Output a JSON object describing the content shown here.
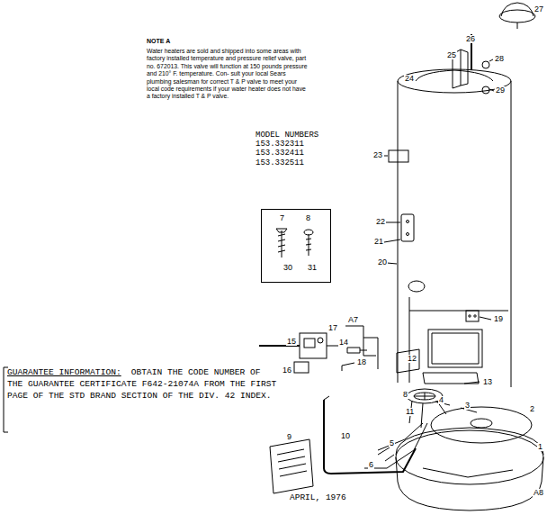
{
  "diagram": {
    "nodes": [
      {
        "text": [
          "7",
          "8",
          "30",
          "31"
        ]
      }
    ],
    "labels": [
      "NOTE A",
      "Water heaters are sold and shipped into some areas with factory installed temperature and pressure relief valve, part no. 672013. This valve will function at 150 pounds pressure and 210° F. temperature. Con- sult your local Sears plumbing salesman for correct T & P valve to meet your local code requirements if your water heater does not have a factory installed T & P valve.",
      "MODEL NUMBERS",
      "153.332311",
      "153.332411",
      "153.332511",
      "GUARANTEE INFORMATION:",
      "OBTAIN THE CODE NUMBER OF THE GUARANTEE CERTIFICATE F642-21074A FROM THE FIRST PAGE OF THE STD BRAND SECTION OF THE DIV. 42 INDEX.",
      "APRIL, 1976",
      "27",
      "26",
      "25",
      "28",
      "24",
      "29",
      "23",
      "22",
      "21",
      "20",
      "19",
      "A7",
      "15",
      "17",
      "14",
      "16",
      "18",
      "12",
      "13",
      "8",
      "11",
      "4",
      "3",
      "5",
      "6",
      "10",
      "2",
      "9",
      "1",
      "A8"
    ]
  }
}
